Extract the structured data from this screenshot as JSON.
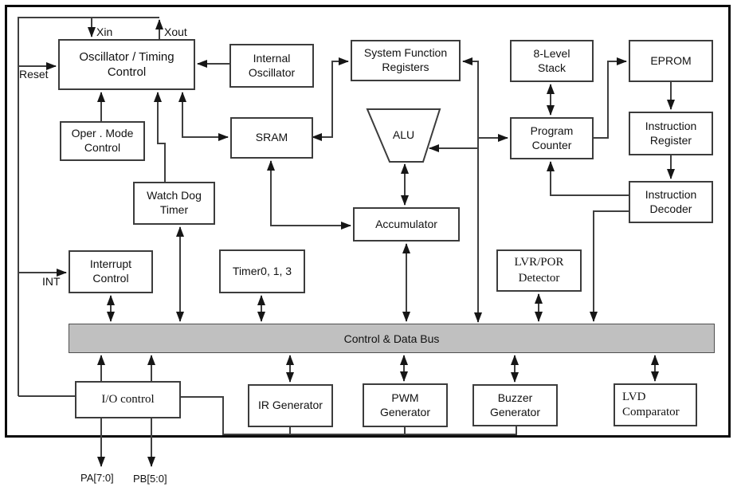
{
  "diagram": {
    "blocks": [
      {
        "id": "oscillator-timing-control",
        "label": "Oscillator / Timing\nControl"
      },
      {
        "id": "internal-oscillator",
        "label": "Internal\nOscillator"
      },
      {
        "id": "system-function-registers",
        "label": "System Function\nRegisters"
      },
      {
        "id": "eight-level-stack",
        "label": "8-Level\nStack"
      },
      {
        "id": "eprom",
        "label": "EPROM"
      },
      {
        "id": "oper-mode-control",
        "label": "Oper . Mode\nControl"
      },
      {
        "id": "sram",
        "label": "SRAM"
      },
      {
        "id": "program-counter",
        "label": "Program\nCounter"
      },
      {
        "id": "instruction-register",
        "label": "Instruction\nRegister"
      },
      {
        "id": "watch-dog-timer",
        "label": "Watch Dog\nTimer"
      },
      {
        "id": "instruction-decoder",
        "label": "Instruction\nDecoder"
      },
      {
        "id": "accumulator",
        "label": "Accumulator"
      },
      {
        "id": "interrupt-control",
        "label": "Interrupt\nControl"
      },
      {
        "id": "timer-0-1-3",
        "label": "Timer0, 1, 3"
      },
      {
        "id": "lvr-por-detector",
        "label": "LVR/POR\nDetector"
      },
      {
        "id": "io-control",
        "label": "I/O control"
      },
      {
        "id": "ir-generator",
        "label": "IR Generator"
      },
      {
        "id": "pwm-generator",
        "label": "PWM\nGenerator"
      },
      {
        "id": "buzzer-generator",
        "label": "Buzzer\nGenerator"
      },
      {
        "id": "lvd-comparator",
        "label": "LVD\nComparator"
      }
    ],
    "alu": {
      "label": "ALU"
    },
    "bus": {
      "label": "Control  & Data Bus"
    },
    "pins": {
      "xin": "Xin",
      "xout": "Xout",
      "reset": "Reset",
      "int": "INT",
      "pa": "PA[7:0]",
      "pb": "PB[5:0]"
    },
    "colors": {
      "bus_fill": "#c0c0c0",
      "line": "#3f3f3f",
      "border": "#3c3c3c"
    }
  }
}
